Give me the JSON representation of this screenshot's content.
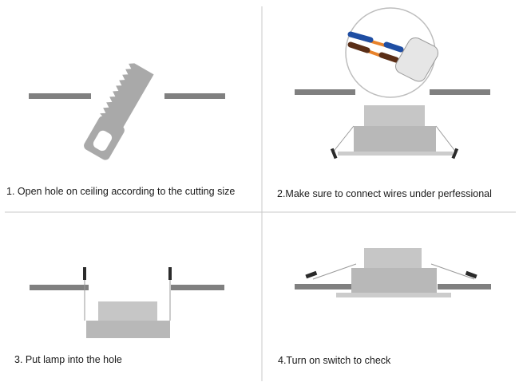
{
  "steps": [
    {
      "number": "1",
      "caption": "1. Open hole on ceiling according to the cutting size"
    },
    {
      "number": "2",
      "caption": "2.Make sure to connect wires under perfessional"
    },
    {
      "number": "3",
      "caption": "3. Put lamp into the hole"
    },
    {
      "number": "4",
      "caption": "4.Turn on switch to check"
    }
  ],
  "colors": {
    "ceiling": "#808080",
    "lamp_body": "#b8b8b8",
    "lamp_top": "#c6c6c6",
    "lamp_trim": "#cccccc",
    "saw_blade": "#a9a9a9",
    "spring_clip": "#2b2b2b",
    "wire_blue": "#1f4ea3",
    "wire_brown": "#5a2e17",
    "wire_orange": "#e8822a",
    "divider": "#c8c8c8"
  }
}
